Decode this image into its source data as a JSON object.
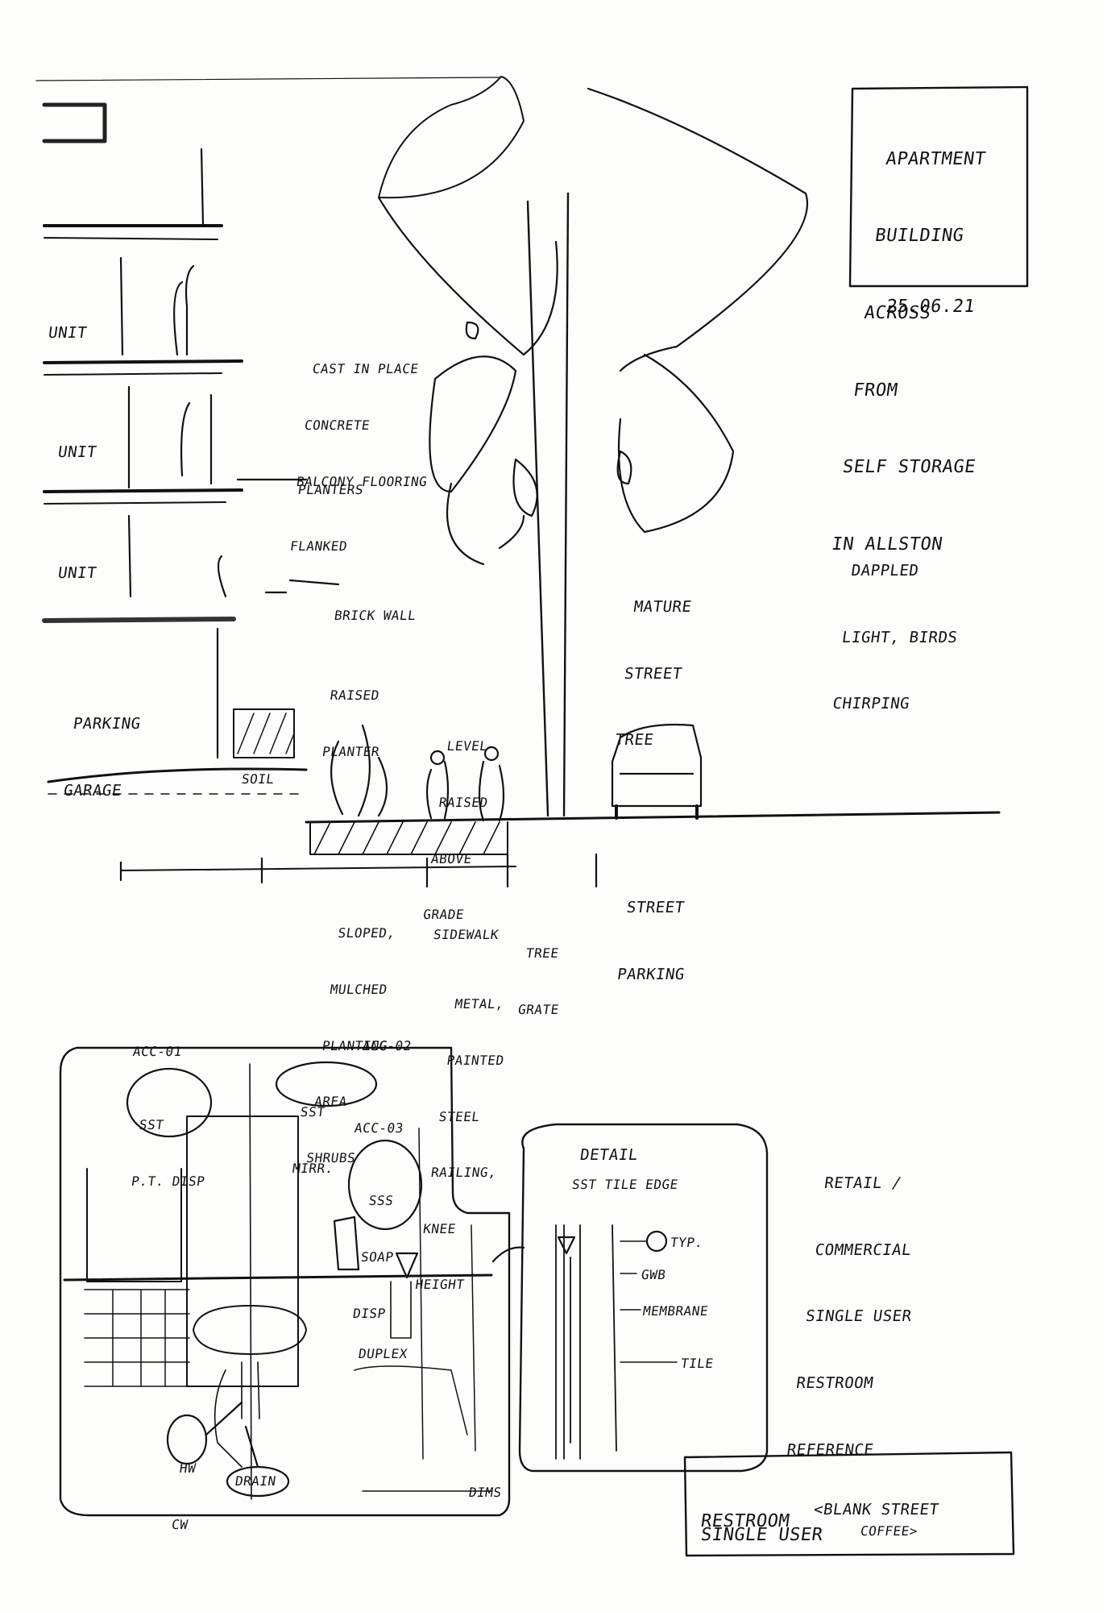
{
  "title_block": {
    "lines": [
      "APARTMENT",
      "BUILDING",
      "ACROSS",
      "FROM",
      "SELF STORAGE",
      "IN ALLSTON"
    ],
    "date": "25.06.21"
  },
  "section": {
    "unit_labels": [
      "UNIT",
      "UNIT",
      "UNIT"
    ],
    "parking_label": [
      "PARKING",
      "GARAGE"
    ],
    "balcony_note": [
      "CAST IN PLACE",
      "CONCRETE",
      "BALCONY FLOORING"
    ],
    "planter_note": [
      "PLANTERS",
      "FLANKED"
    ],
    "brick_note": "BRICK WALL",
    "raised_planter_note": [
      "RAISED",
      "PLANTER"
    ],
    "level_note": [
      "LEVEL",
      "RAISED",
      "ABOVE",
      "GRADE"
    ],
    "soil_label": "SOIL",
    "tree_note": [
      "MATURE",
      "STREET",
      "TREE"
    ],
    "light_note": [
      "DAPPLED",
      "LIGHT, BIRDS",
      "CHIRPING"
    ],
    "street_parking": [
      "STREET",
      "PARKING"
    ],
    "sloped_note": [
      "SLOPED,",
      "MULCHED",
      "PLANTING",
      "AREA",
      "SHRUBS"
    ],
    "sidewalk_label": "SIDEWALK",
    "railing_note": [
      "METAL,",
      "PAINTED",
      "STEEL",
      "RAILING,",
      "KNEE",
      "HEIGHT"
    ],
    "tree_grate": [
      "TREE",
      "GRATE"
    ]
  },
  "restroom": {
    "tag_acc01": "ACC-01",
    "tag_acc02": "ACC-02",
    "tag_acc03": "ACC-03",
    "bubble_a": [
      "SST",
      "P.T. DISP"
    ],
    "bubble_b": [
      "SST",
      "MIRR."
    ],
    "bubble_c": [
      "SSS",
      "SOAP",
      "DISP"
    ],
    "hw_tag": [
      "HW",
      "CW"
    ],
    "drain_tag": "DRAIN",
    "duplex_label": "DUPLEX",
    "dims_label": "DIMS",
    "detail_title": "DETAIL",
    "detail_edge": "SST TILE EDGE",
    "detail_typ": "TYP.",
    "detail_gwb": "GWB",
    "detail_mid": "MEMBRANE",
    "detail_tile": "TILE",
    "retail_note": [
      "RETAIL /",
      "COMMERCIAL",
      "SINGLE USER",
      "RESTROOM",
      "REFERENCE"
    ],
    "footer_line1": "SINGLE USER",
    "footer_line2": "RESTROOM",
    "footer_ref": "<BLANK STREET",
    "footer_ref2": "COFFEE>"
  }
}
